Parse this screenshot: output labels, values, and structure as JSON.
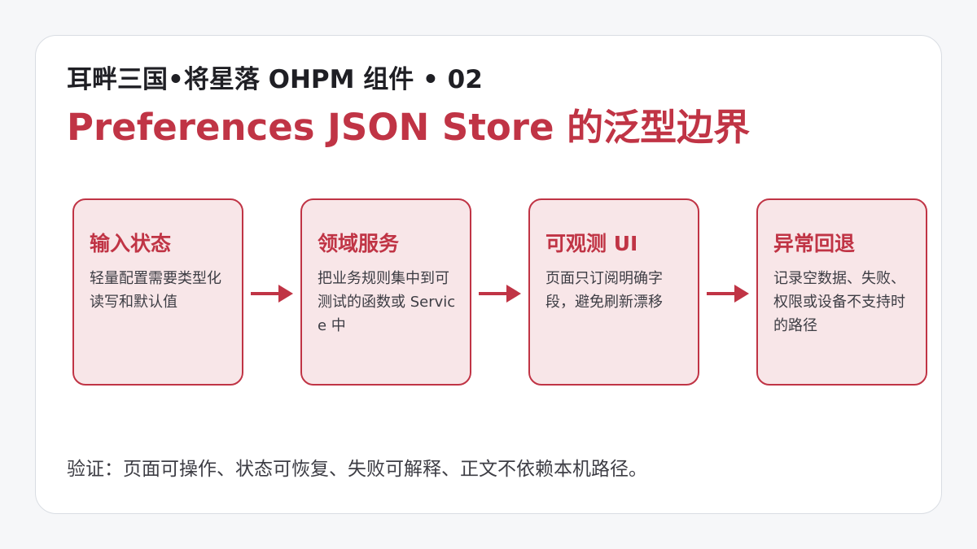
{
  "header": {
    "subtitle": "耳畔三国•将星落 OHPM 组件 • 02",
    "title": "Preferences JSON Store 的泛型边界"
  },
  "steps": [
    {
      "title": "输入状态",
      "desc": "轻量配置需要类型化读写和默认值"
    },
    {
      "title": "领域服务",
      "desc": "把业务规则集中到可测试的函数或 Service 中"
    },
    {
      "title": "可观测 UI",
      "desc": "页面只订阅明确字段，避免刷新漂移"
    },
    {
      "title": "异常回退",
      "desc": "记录空数据、失败、权限或设备不支持时的路径"
    }
  ],
  "footer": {
    "text": "验证：页面可操作、状态可恢复、失败可解释、正文不依赖本机路径。"
  },
  "colors": {
    "accent": "#c03445",
    "box_fill": "#f8e6e8",
    "text_dark": "#1f1f24",
    "text_body": "#3d3d44"
  }
}
